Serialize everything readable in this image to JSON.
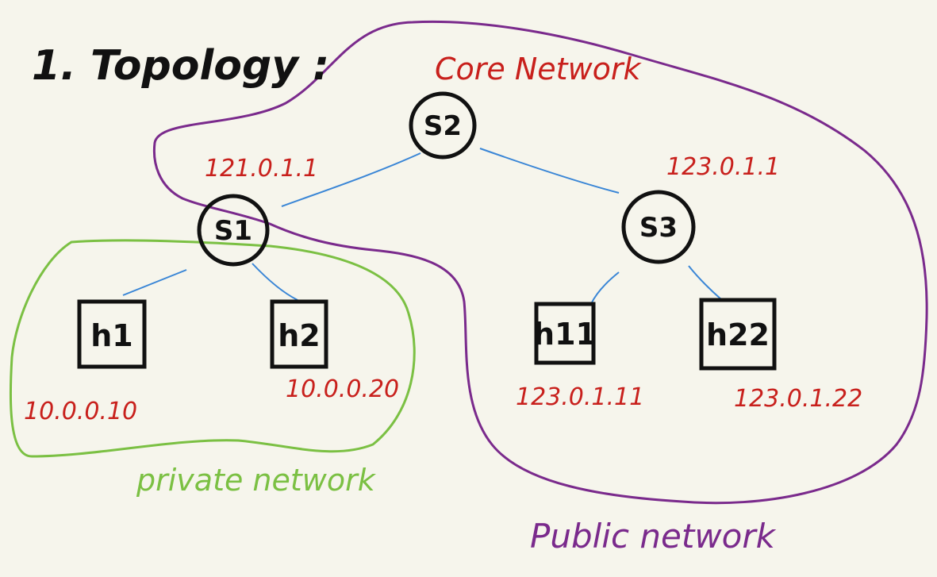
{
  "title": "1. Topology :",
  "colors": {
    "background": "#f6f5ec",
    "ink": "#111111",
    "ip_label": "#c8201c",
    "link": "#3a86d6",
    "private_region": "#7bc043",
    "public_region": "#7a2a8c"
  },
  "regions": {
    "core": {
      "label": "Core Network"
    },
    "private": {
      "label": "private network"
    },
    "public": {
      "label": "Public network"
    }
  },
  "switches": {
    "s1": {
      "label": "S1",
      "ip": "121.0.1.1"
    },
    "s2": {
      "label": "S2"
    },
    "s3": {
      "label": "S3",
      "ip": "123.0.1.1"
    }
  },
  "hosts": {
    "h1": {
      "label": "h1",
      "ip": "10.0.0.10"
    },
    "h2": {
      "label": "h2",
      "ip": "10.0.0.20"
    },
    "h11": {
      "label": "h11",
      "ip": "123.0.1.11"
    },
    "h22": {
      "label": "h22",
      "ip": "123.0.1.22"
    }
  },
  "links": [
    {
      "from": "S2",
      "to": "S1"
    },
    {
      "from": "S2",
      "to": "S3"
    },
    {
      "from": "S1",
      "to": "h1"
    },
    {
      "from": "S1",
      "to": "h2"
    },
    {
      "from": "S3",
      "to": "h11"
    },
    {
      "from": "S3",
      "to": "h22"
    }
  ]
}
